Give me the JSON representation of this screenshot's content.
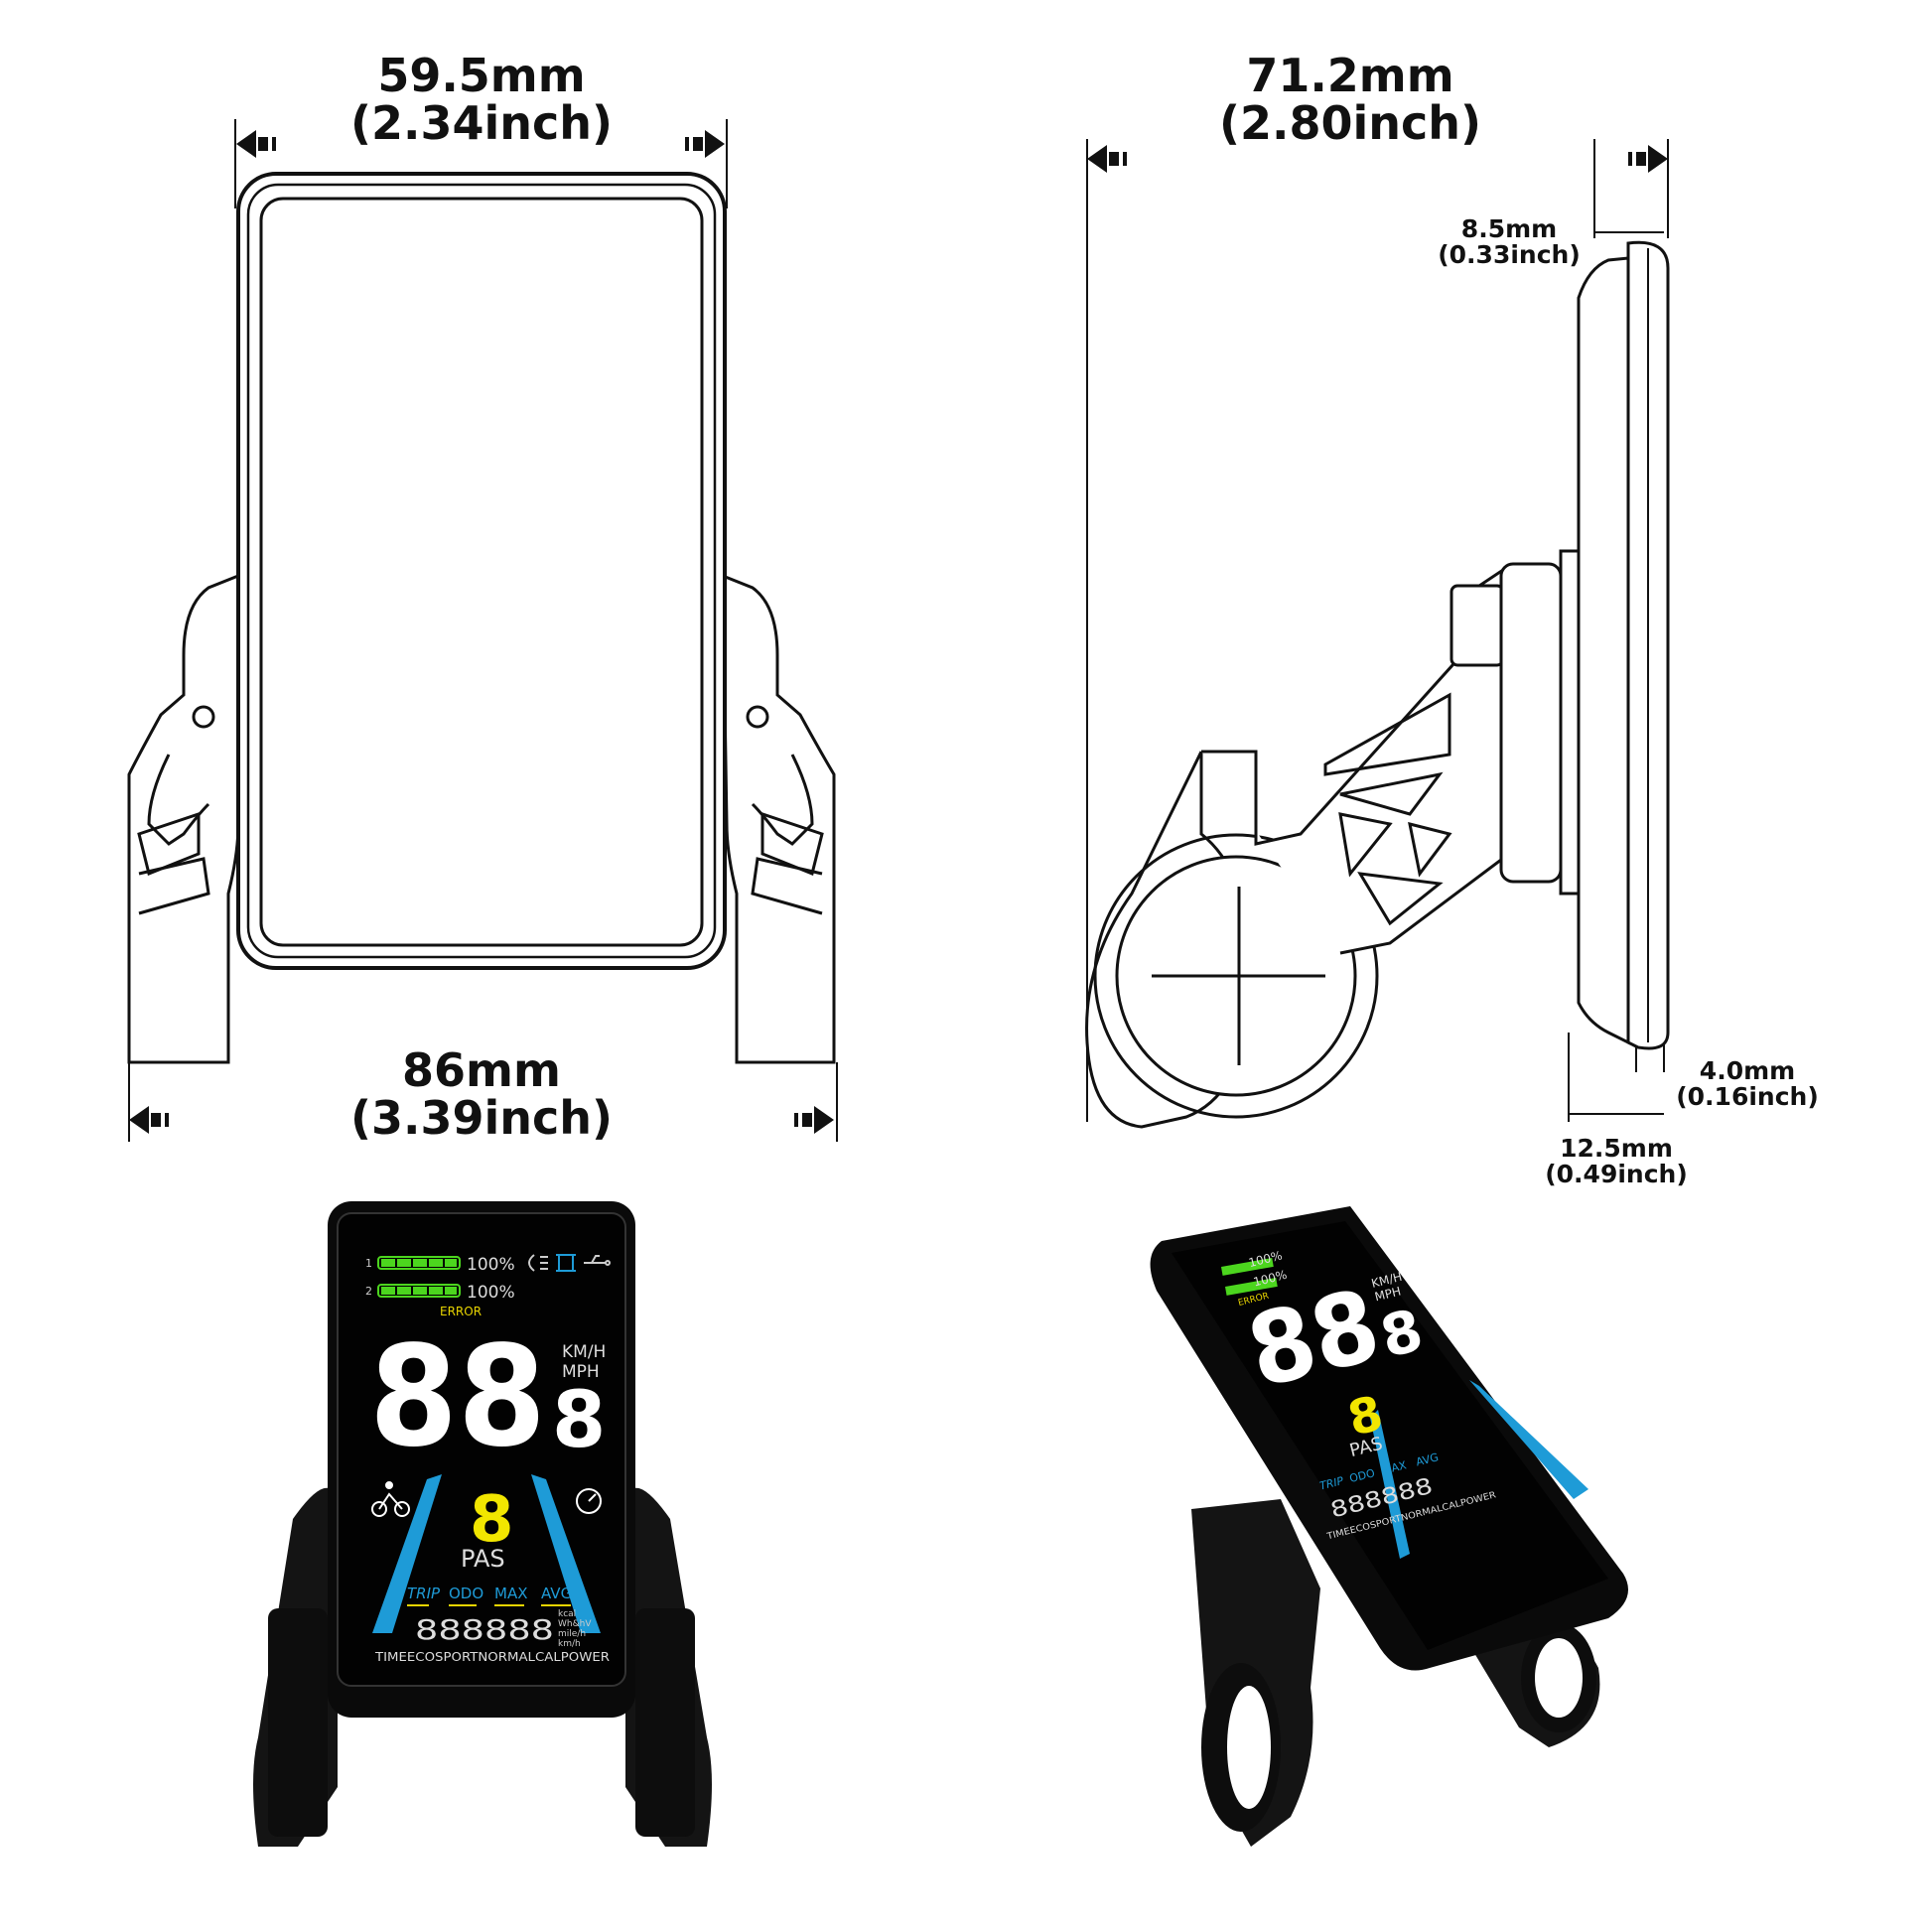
{
  "dimensions": {
    "front_width": {
      "mm": "59.5mm",
      "inch": "(2.34inch)"
    },
    "mount_width": {
      "mm": "86mm",
      "inch": "(3.39inch)"
    },
    "side_depth": {
      "mm": "71.2mm",
      "inch": "(2.80inch)"
    },
    "side_thickness": {
      "mm": "8.5mm",
      "inch": "(0.33inch)"
    },
    "screen_thickness": {
      "mm": "4.0mm",
      "inch": "(0.16inch)"
    },
    "base_thickness": {
      "mm": "12.5mm",
      "inch": "(0.49inch)"
    }
  },
  "display": {
    "battery1_index": "1",
    "battery2_index": "2",
    "battery_percent": "100%",
    "error_label": "ERROR",
    "speed_digits": "88",
    "speed_decimal": "8",
    "unit_kmh": "KM/H",
    "unit_mph": "MPH",
    "pas_digit": "8",
    "pas_label": "PAS",
    "modes": [
      "TRIP",
      "ODO",
      "MAX",
      "AVG"
    ],
    "odometer_digits": "888888",
    "odometer_units": [
      "kcal",
      "Wh&hV",
      "mile/h",
      "km/h"
    ],
    "bottom_modes": "TIMEECOSPORTNORMALCALPOWER"
  },
  "colors": {
    "line": "#111111",
    "screen_bg": "#050505",
    "battery_green": "#4cd61e",
    "speed_white": "#ffffff",
    "pas_yellow": "#f2e600",
    "accent_blue": "#1e9bd7",
    "error_yellow": "#e8d400"
  }
}
